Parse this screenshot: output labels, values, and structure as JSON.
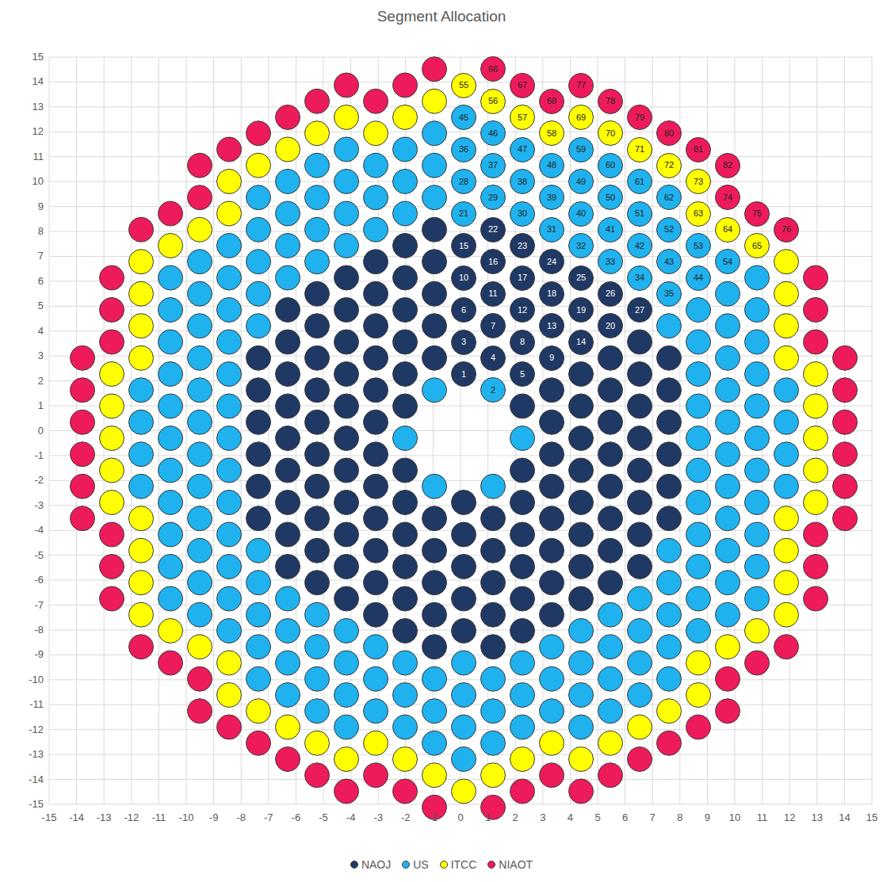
{
  "diagram": {
    "title": "Segment Allocation",
    "nodes": [
      {
        "text": [
          "1"
        ]
      },
      {
        "text": [
          "2"
        ]
      },
      {
        "text": [
          "3"
        ]
      },
      {
        "text": [
          "4"
        ]
      },
      {
        "text": [
          "5"
        ]
      },
      {
        "text": [
          "6"
        ]
      },
      {
        "text": [
          "7"
        ]
      },
      {
        "text": [
          "8"
        ]
      },
      {
        "text": [
          "9"
        ]
      },
      {
        "text": [
          "10"
        ]
      },
      {
        "text": [
          "11"
        ]
      },
      {
        "text": [
          "12"
        ]
      },
      {
        "text": [
          "13"
        ]
      },
      {
        "text": [
          "14"
        ]
      },
      {
        "text": [
          "15"
        ]
      },
      {
        "text": [
          "16"
        ]
      },
      {
        "text": [
          "17"
        ]
      },
      {
        "text": [
          "18"
        ]
      },
      {
        "text": [
          "19"
        ]
      },
      {
        "text": [
          "20"
        ]
      },
      {
        "text": [
          "21"
        ]
      },
      {
        "text": [
          "22"
        ]
      },
      {
        "text": [
          "23"
        ]
      },
      {
        "text": [
          "24"
        ]
      },
      {
        "text": [
          "25"
        ]
      },
      {
        "text": [
          "26"
        ]
      },
      {
        "text": [
          "27"
        ]
      },
      {
        "text": [
          "28"
        ]
      },
      {
        "text": [
          "29"
        ]
      },
      {
        "text": [
          "30"
        ]
      },
      {
        "text": [
          "31"
        ]
      },
      {
        "text": [
          "32"
        ]
      },
      {
        "text": [
          "33"
        ]
      },
      {
        "text": [
          "34"
        ]
      },
      {
        "text": [
          "35"
        ]
      },
      {
        "text": [
          "36"
        ]
      },
      {
        "text": [
          "37"
        ]
      },
      {
        "text": [
          "38"
        ]
      },
      {
        "text": [
          "39"
        ]
      },
      {
        "text": [
          "40"
        ]
      },
      {
        "text": [
          "41"
        ]
      },
      {
        "text": [
          "42"
        ]
      },
      {
        "text": [
          "43"
        ]
      },
      {
        "text": [
          "44"
        ]
      },
      {
        "text": [
          "45"
        ]
      },
      {
        "text": [
          "46"
        ]
      },
      {
        "text": [
          "47"
        ]
      },
      {
        "text": [
          "48"
        ]
      },
      {
        "text": [
          "49"
        ]
      },
      {
        "text": [
          "50"
        ]
      },
      {
        "text": [
          "51"
        ]
      },
      {
        "text": [
          "52"
        ]
      },
      {
        "text": [
          "53"
        ]
      },
      {
        "text": [
          "54"
        ]
      },
      {
        "text": [
          "55"
        ]
      },
      {
        "text": [
          "56"
        ]
      },
      {
        "text": [
          "57"
        ]
      },
      {
        "text": [
          "58"
        ]
      },
      {
        "text": [
          "59"
        ]
      },
      {
        "text": [
          "60"
        ]
      },
      {
        "text": [
          "61"
        ]
      },
      {
        "text": [
          "62"
        ]
      },
      {
        "text": [
          "63"
        ]
      },
      {
        "text": [
          "64"
        ]
      },
      {
        "text": [
          "65"
        ]
      },
      {
        "text": [
          "66"
        ]
      },
      {
        "text": [
          "67"
        ]
      },
      {
        "text": [
          "68"
        ]
      },
      {
        "text": [
          "69"
        ]
      },
      {
        "text": [
          "70"
        ]
      },
      {
        "text": [
          "71"
        ]
      },
      {
        "text": [
          "72"
        ]
      },
      {
        "text": [
          "73"
        ]
      },
      {
        "text": [
          "74"
        ]
      },
      {
        "text": [
          "75"
        ]
      },
      {
        "text": [
          "76"
        ]
      },
      {
        "text": [
          "77"
        ]
      },
      {
        "text": [
          "78"
        ]
      },
      {
        "text": [
          "79"
        ]
      },
      {
        "text": [
          "80"
        ]
      },
      {
        "text": [
          "81"
        ]
      },
      {
        "text": [
          "82"
        ]
      }
    ],
    "labels": [
      "15",
      "14",
      "13",
      "12",
      "11",
      "10",
      "9",
      "8",
      "7",
      "6",
      "5",
      "4",
      "3",
      "2",
      "1",
      "0",
      "-1",
      "-2",
      "-3",
      "-4",
      "-5",
      "-6",
      "-7",
      "-8",
      "-9",
      "-10",
      "-11",
      "-12",
      "-13",
      "-14",
      "-15",
      "-15",
      "-14",
      "-13",
      "-12",
      "-11",
      "-10",
      "-9",
      "-8",
      "-7",
      "-6",
      "-5",
      "-4",
      "-3",
      "-2",
      "-1",
      "0",
      "1",
      "2",
      "3",
      "4",
      "5",
      "6",
      "7",
      "8",
      "9",
      "10",
      "11",
      "12",
      "13",
      "14",
      "15"
    ],
    "legend": [
      {
        "text": "NAOJ",
        "color": "#203864"
      },
      {
        "text": "US",
        "color": "#1fb2ee"
      },
      {
        "text": "ITCC",
        "color": "#ffff00"
      },
      {
        "text": "NIAOT",
        "color": "#ee1b5b"
      }
    ]
  }
}
